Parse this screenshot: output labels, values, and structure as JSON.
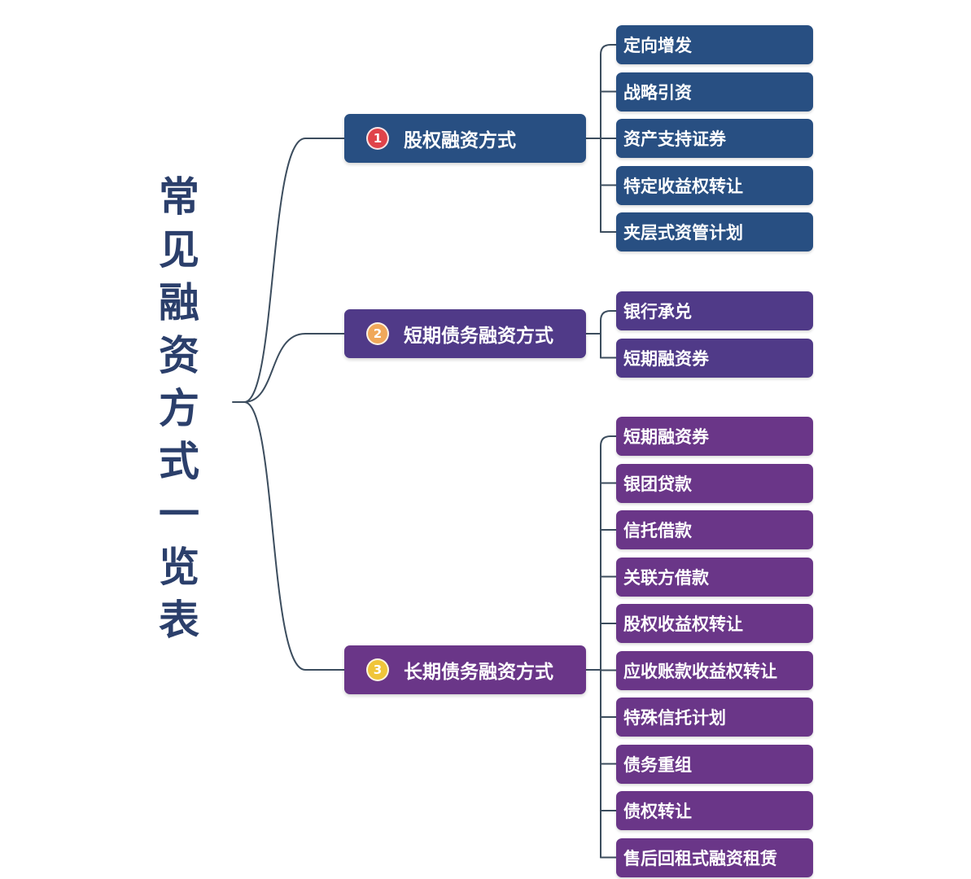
{
  "title": "常见融资方式一览表",
  "colors": {
    "title": "#2b3f6b",
    "line": "#3c4d5e",
    "equity": "#284f82",
    "short_term": "#503a88",
    "long_term": "#6a3688",
    "badge_red": "#e0434a",
    "badge_orange": "#f0a85a",
    "badge_yellow": "#f0c53a"
  },
  "categories": [
    {
      "number": "1",
      "label": "股权融资方式",
      "items": [
        "定向增发",
        "战略引资",
        "资产支持证券",
        "特定收益权转让",
        "夹层式资管计划"
      ]
    },
    {
      "number": "2",
      "label": "短期债务融资方式",
      "items": [
        "银行承兑",
        "短期融资券"
      ]
    },
    {
      "number": "3",
      "label": "长期债务融资方式",
      "items": [
        "短期融资券",
        "银团贷款",
        "信托借款",
        "关联方借款",
        "股权收益权转让",
        "应收账款收益权转让",
        "特殊信托计划",
        "债务重组",
        "债权转让",
        "售后回租式融资租赁"
      ]
    }
  ]
}
